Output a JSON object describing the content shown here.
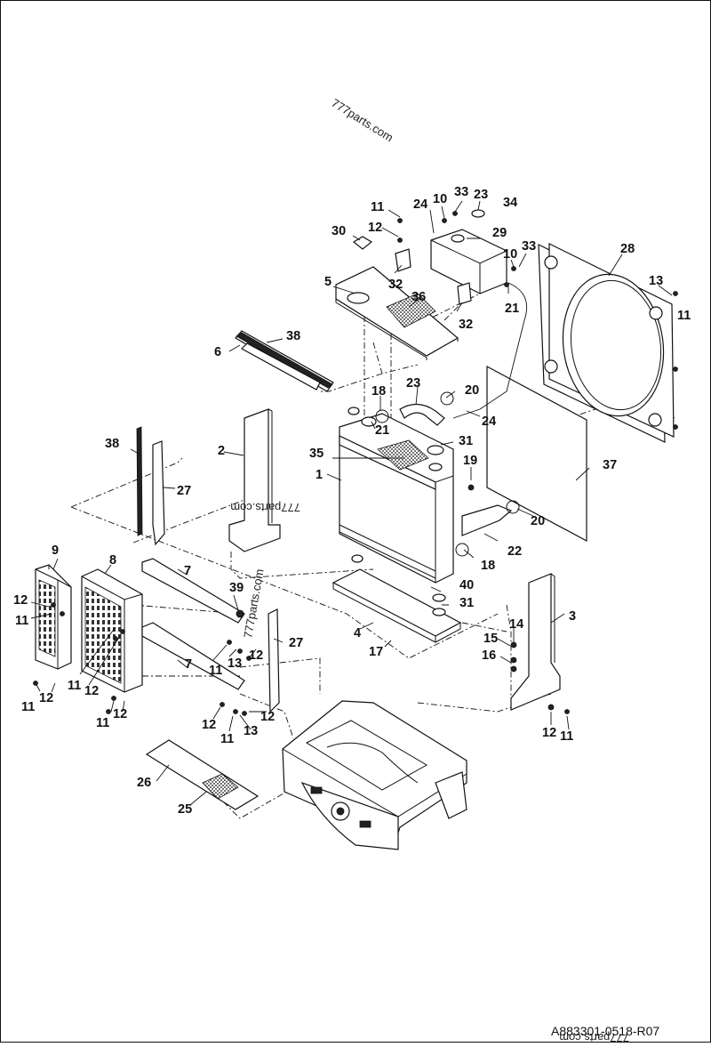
{
  "watermarks": [
    "777parts.com",
    "777parts.com",
    "777parts.com",
    "777parts.com"
  ],
  "drawing_code": "A883301-0518-R07",
  "callouts": [
    {
      "id": "c11a",
      "text": "11"
    },
    {
      "id": "c10a",
      "text": "10"
    },
    {
      "id": "c33a",
      "text": "33"
    },
    {
      "id": "c23a",
      "text": "23"
    },
    {
      "id": "c34",
      "text": "34"
    },
    {
      "id": "c24a",
      "text": "24"
    },
    {
      "id": "c12a",
      "text": "12"
    },
    {
      "id": "c30",
      "text": "30"
    },
    {
      "id": "c29",
      "text": "29"
    },
    {
      "id": "c28",
      "text": "28"
    },
    {
      "id": "c10b",
      "text": "10"
    },
    {
      "id": "c33b",
      "text": "33"
    },
    {
      "id": "c5",
      "text": "5"
    },
    {
      "id": "c32a",
      "text": "32"
    },
    {
      "id": "c36",
      "text": "36"
    },
    {
      "id": "c21a",
      "text": "21"
    },
    {
      "id": "c13a",
      "text": "13"
    },
    {
      "id": "c11b",
      "text": "11"
    },
    {
      "id": "c32b",
      "text": "32"
    },
    {
      "id": "c38a",
      "text": "38"
    },
    {
      "id": "c6",
      "text": "6"
    },
    {
      "id": "c18a",
      "text": "18"
    },
    {
      "id": "c23b",
      "text": "23"
    },
    {
      "id": "c20a",
      "text": "20"
    },
    {
      "id": "c24b",
      "text": "24"
    },
    {
      "id": "c21b",
      "text": "21"
    },
    {
      "id": "c38b",
      "text": "38"
    },
    {
      "id": "c2",
      "text": "2"
    },
    {
      "id": "c31a",
      "text": "31"
    },
    {
      "id": "c35",
      "text": "35"
    },
    {
      "id": "c1",
      "text": "1"
    },
    {
      "id": "c19",
      "text": "19"
    },
    {
      "id": "c37",
      "text": "37"
    },
    {
      "id": "c27a",
      "text": "27"
    },
    {
      "id": "c20b",
      "text": "20"
    },
    {
      "id": "c22",
      "text": "22"
    },
    {
      "id": "c9",
      "text": "9"
    },
    {
      "id": "c8",
      "text": "8"
    },
    {
      "id": "c7a",
      "text": "7"
    },
    {
      "id": "c18b",
      "text": "18"
    },
    {
      "id": "c3",
      "text": "3"
    },
    {
      "id": "c40",
      "text": "40"
    },
    {
      "id": "c39",
      "text": "39"
    },
    {
      "id": "c12b",
      "text": "12"
    },
    {
      "id": "c11c",
      "text": "11"
    },
    {
      "id": "c31b",
      "text": "31"
    },
    {
      "id": "c14",
      "text": "14"
    },
    {
      "id": "c4",
      "text": "4"
    },
    {
      "id": "c27b",
      "text": "27"
    },
    {
      "id": "c15",
      "text": "15"
    },
    {
      "id": "c17",
      "text": "17"
    },
    {
      "id": "c7b",
      "text": "7"
    },
    {
      "id": "c11d",
      "text": "11"
    },
    {
      "id": "c13b",
      "text": "13"
    },
    {
      "id": "c12c",
      "text": "12"
    },
    {
      "id": "c16",
      "text": "16"
    },
    {
      "id": "c11e",
      "text": "11"
    },
    {
      "id": "c12d",
      "text": "12"
    },
    {
      "id": "c12e",
      "text": "12"
    },
    {
      "id": "c11f",
      "text": "11"
    },
    {
      "id": "c12f",
      "text": "12"
    },
    {
      "id": "c11g",
      "text": "11"
    },
    {
      "id": "c12g",
      "text": "12"
    },
    {
      "id": "c12h",
      "text": "12"
    },
    {
      "id": "c12i",
      "text": "12"
    },
    {
      "id": "c11h",
      "text": "11"
    },
    {
      "id": "c13c",
      "text": "13"
    },
    {
      "id": "c12j",
      "text": "12"
    },
    {
      "id": "c11i",
      "text": "11"
    },
    {
      "id": "c26",
      "text": "26"
    },
    {
      "id": "c25",
      "text": "25"
    }
  ]
}
